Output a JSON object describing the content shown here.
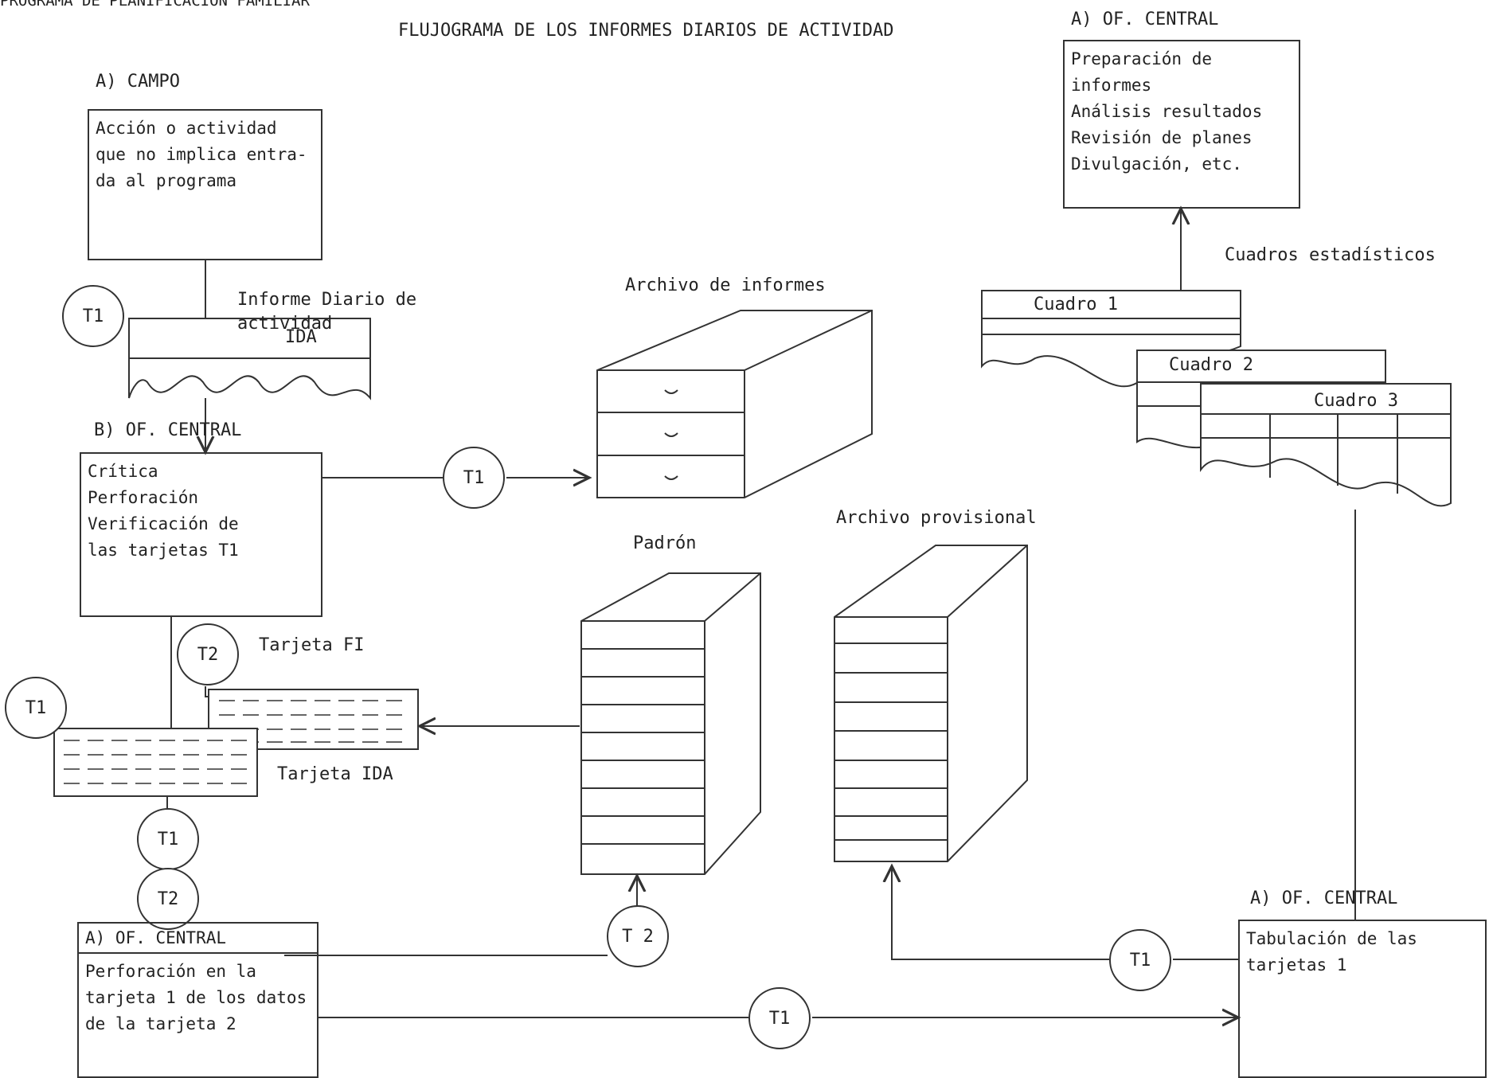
{
  "header": {
    "program": "PROGRAMA DE PLANIFICACION FAMILIAR",
    "title": "FLUJOGRAMA DE LOS INFORMES DIARIOS DE ACTIVIDAD"
  },
  "campo": {
    "heading": "A) CAMPO",
    "box_text": "Acción o actividad\nque no implica entra-\nda al programa"
  },
  "ida": {
    "caption": "Informe Diario de\nactividad",
    "label": "IDA"
  },
  "central_b": {
    "heading": "B) OF. CENTRAL",
    "box_text": "Crítica\nPerforación\nVerificación de\nlas tarjetas T1"
  },
  "archivo_informes": {
    "caption": "Archivo de informes"
  },
  "padron": {
    "caption": "Padrón"
  },
  "archivo_provisional": {
    "caption": "Archivo provisional"
  },
  "tarjeta_fi": {
    "caption": "Tarjeta FI"
  },
  "tarjeta_ida": {
    "caption": "Tarjeta IDA"
  },
  "central_perforacion": {
    "heading": "A) OF.   CENTRAL",
    "box_text": "Perforación en la\ntarjeta 1 de los datos\nde la tarjeta 2"
  },
  "central_tabulacion": {
    "heading": "A) OF. CENTRAL",
    "box_text": "Tabulación de las\ntarjetas 1"
  },
  "central_informes": {
    "heading": "A) OF. CENTRAL",
    "box_text": "Preparación de\n informes\nAnálisis resultados\nRevisión de planes\nDivulgación, etc."
  },
  "cuadros": {
    "caption": "Cuadros estadísticos",
    "items": [
      "Cuadro 1",
      "Cuadro 2",
      "Cuadro 3"
    ]
  },
  "connectors": {
    "t1_campo": "T1",
    "t1_archivo": "T1",
    "t2_fi": "T2",
    "t1_ida": "T1",
    "t1_down": "T1",
    "t2_down": "T2",
    "t2_padron": "T 2",
    "t1_tabulacion": "T1",
    "t1_provisional": "T1"
  }
}
